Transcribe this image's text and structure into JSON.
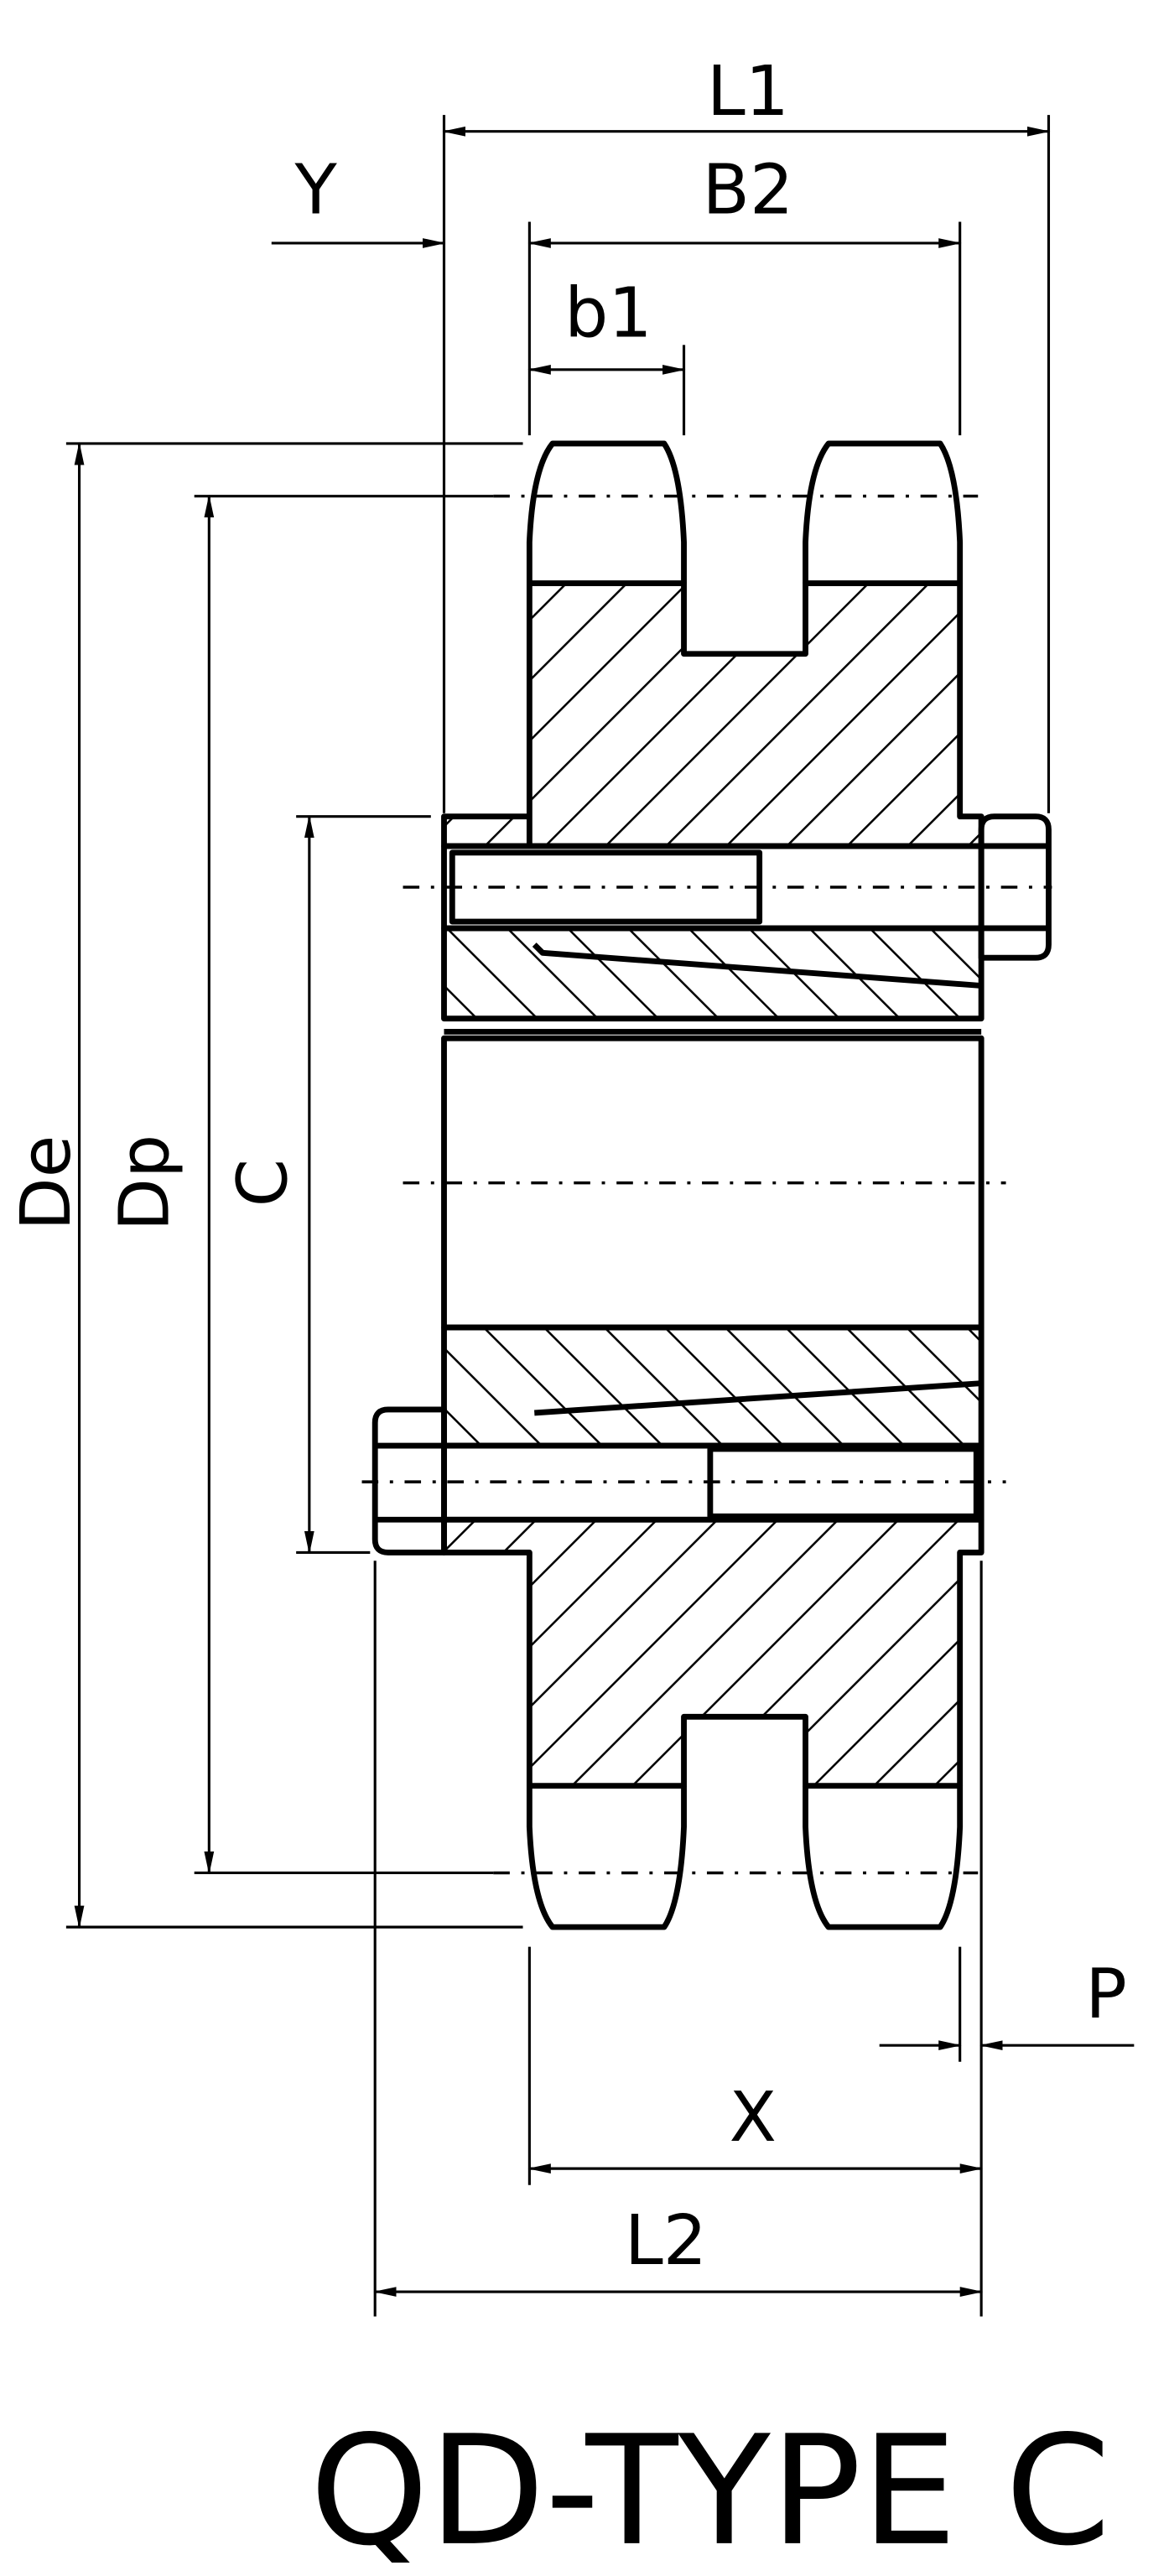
{
  "title": "QD-TYPE C",
  "dimension_labels": {
    "L1": "L1",
    "B2": "B2",
    "Y": "Y",
    "b1": "b1",
    "De": "De",
    "Dp": "Dp",
    "C": "C",
    "P": "P",
    "X": "X",
    "L2": "L2"
  },
  "colors": {
    "line": "#000000",
    "background": "#ffffff"
  }
}
